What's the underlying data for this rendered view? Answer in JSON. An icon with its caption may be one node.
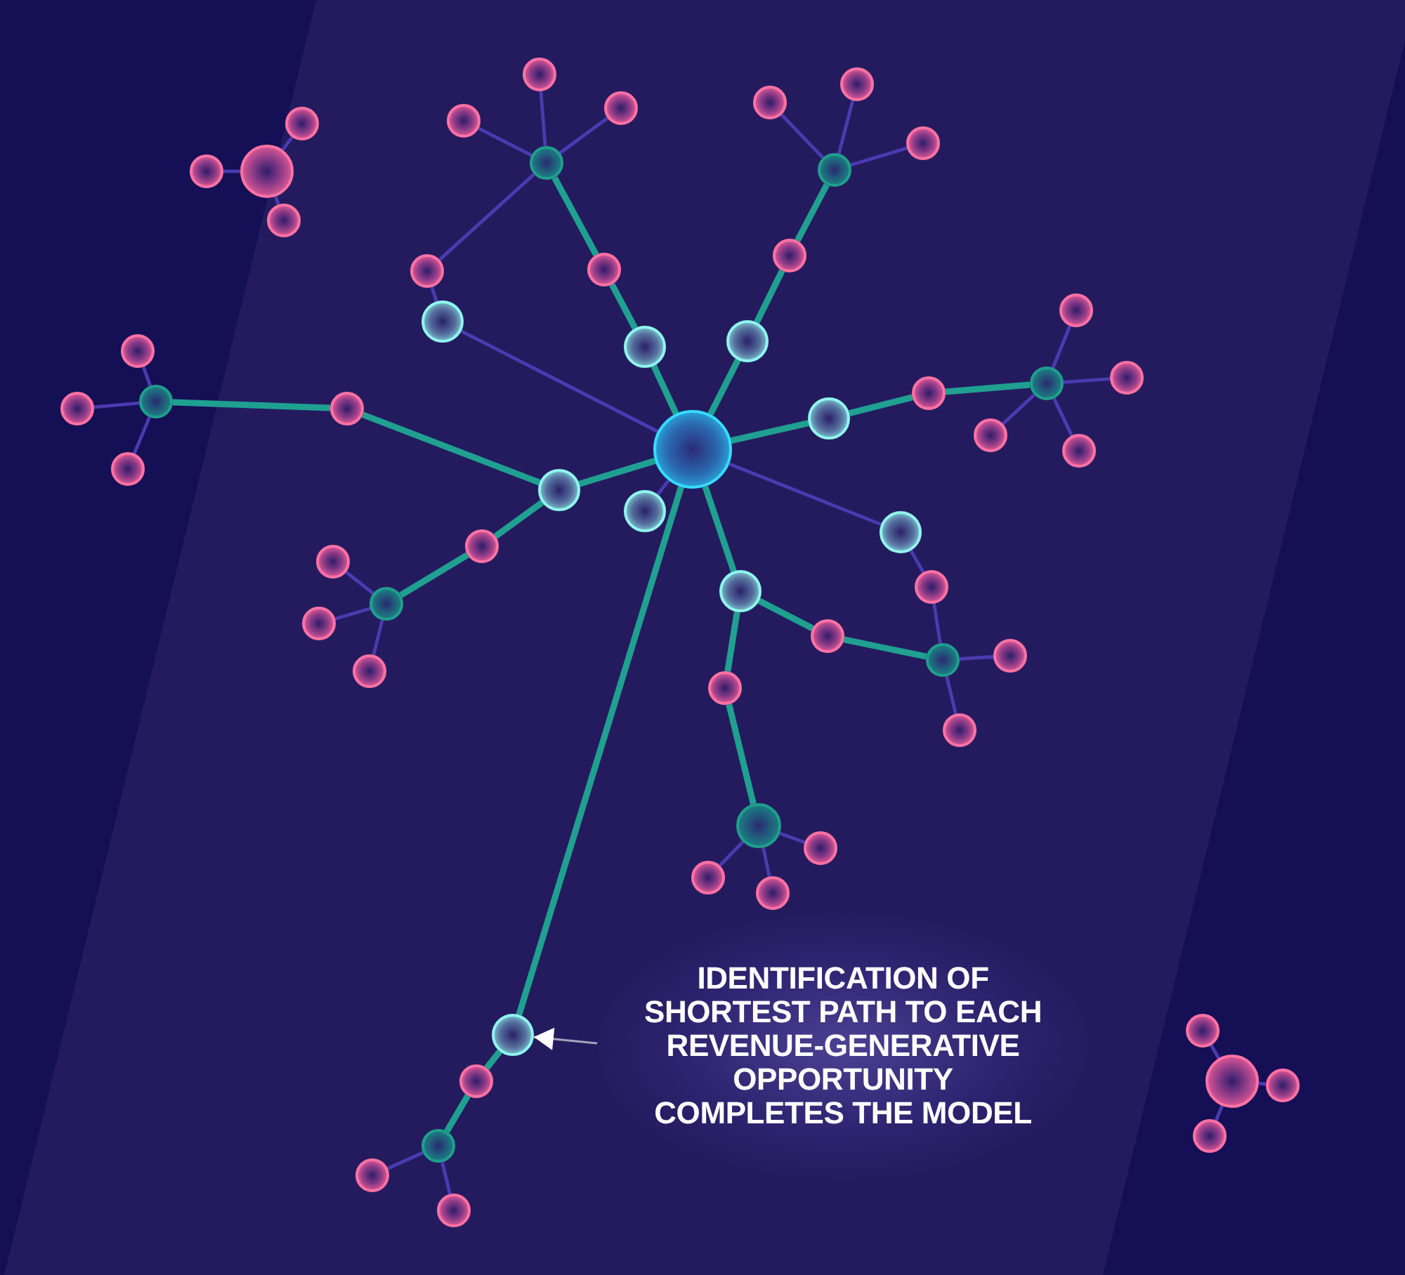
{
  "diagram": {
    "nodes": [
      {
        "text": [],
        "shape": "circle"
      },
      {
        "text": [],
        "shape": "circle"
      },
      {
        "text": [],
        "shape": "circle"
      },
      {
        "text": [],
        "shape": "circle"
      },
      {
        "text": [],
        "shape": "circle"
      },
      {
        "text": [],
        "shape": "circle"
      },
      {
        "text": [],
        "shape": "circle"
      },
      {
        "text": [],
        "shape": "circle"
      },
      {
        "text": [],
        "shape": "circle"
      },
      {
        "text": [],
        "shape": "circle"
      },
      {
        "text": [],
        "shape": "circle"
      },
      {
        "text": [],
        "shape": "circle"
      },
      {
        "text": [],
        "shape": "circle"
      },
      {
        "text": [],
        "shape": "circle"
      },
      {
        "text": [],
        "shape": "circle"
      },
      {
        "text": [],
        "shape": "circle"
      },
      {
        "text": [],
        "shape": "circle"
      },
      {
        "text": [],
        "shape": "circle"
      },
      {
        "text": [],
        "shape": "circle"
      },
      {
        "text": [],
        "shape": "circle"
      },
      {
        "text": [],
        "shape": "circle"
      },
      {
        "text": [],
        "shape": "circle"
      },
      {
        "text": [],
        "shape": "circle"
      },
      {
        "text": [],
        "shape": "circle"
      },
      {
        "text": [],
        "shape": "circle"
      },
      {
        "text": [],
        "shape": "circle"
      },
      {
        "text": [],
        "shape": "circle"
      },
      {
        "text": [],
        "shape": "circle"
      },
      {
        "text": [],
        "shape": "circle"
      },
      {
        "text": [],
        "shape": "circle"
      },
      {
        "text": [],
        "shape": "circle"
      },
      {
        "text": [],
        "shape": "circle"
      },
      {
        "text": [],
        "shape": "circle"
      },
      {
        "text": [],
        "shape": "circle"
      },
      {
        "text": [],
        "shape": "circle"
      },
      {
        "text": [],
        "shape": "circle"
      },
      {
        "text": [],
        "shape": "circle"
      },
      {
        "text": [],
        "shape": "circle"
      },
      {
        "text": [],
        "shape": "circle"
      },
      {
        "text": [],
        "shape": "circle"
      },
      {
        "text": [],
        "shape": "circle"
      },
      {
        "text": [],
        "shape": "circle"
      },
      {
        "text": [],
        "shape": "circle"
      },
      {
        "text": [],
        "shape": "circle"
      },
      {
        "text": [],
        "shape": "circle"
      },
      {
        "text": [],
        "shape": "circle"
      },
      {
        "text": [],
        "shape": "circle"
      },
      {
        "text": [],
        "shape": "circle"
      },
      {
        "text": [],
        "shape": "circle"
      },
      {
        "text": [],
        "shape": "circle"
      },
      {
        "text": [
          "IDENTIFICATION OF SHORTEST PATH TO EACH REVENUE-GENERATIVE OPPORTUNITY COMPLETES THE MODEL"
        ]
      },
      {
        "text": [],
        "shape": "circle"
      },
      {
        "text": [],
        "shape": "circle"
      },
      {
        "text": [],
        "shape": "circle"
      },
      {
        "text": [],
        "shape": "circle"
      },
      {
        "text": [],
        "shape": "circle"
      },
      {
        "text": [],
        "shape": "circle"
      },
      {
        "text": [],
        "shape": "circle"
      },
      {
        "text": [],
        "shape": "circle"
      },
      {
        "text": [],
        "shape": "circle"
      }
    ],
    "edges": [
      {
        "from": 28,
        "to": 18,
        "arrow": "none",
        "style": "thick",
        "color": "#1fa091"
      },
      {
        "from": 18,
        "to": 13,
        "arrow": "none",
        "style": "thick",
        "color": "#1fa091"
      },
      {
        "from": 13,
        "to": 7,
        "arrow": "none",
        "style": "thick",
        "color": "#1fa091"
      },
      {
        "from": 7,
        "to": 0,
        "arrow": "none"
      },
      {
        "from": 7,
        "to": 3,
        "arrow": "none"
      },
      {
        "from": 7,
        "to": 4,
        "arrow": "none"
      },
      {
        "from": 7,
        "to": 14,
        "arrow": "none"
      },
      {
        "from": 14,
        "to": 16,
        "arrow": "none"
      },
      {
        "from": 16,
        "to": 28,
        "arrow": "none"
      },
      {
        "from": 28,
        "to": 17,
        "arrow": "none",
        "style": "thick",
        "color": "#1fa091"
      },
      {
        "from": 17,
        "to": 12,
        "arrow": "none",
        "style": "thick",
        "color": "#1fa091"
      },
      {
        "from": 12,
        "to": 8,
        "arrow": "none",
        "style": "thick",
        "color": "#1fa091"
      },
      {
        "from": 8,
        "to": 1,
        "arrow": "none"
      },
      {
        "from": 8,
        "to": 2,
        "arrow": "none"
      },
      {
        "from": 8,
        "to": 6,
        "arrow": "none"
      },
      {
        "from": 28,
        "to": 26,
        "arrow": "none",
        "style": "thick",
        "color": "#1fa091"
      },
      {
        "from": 26,
        "to": 22,
        "arrow": "none",
        "style": "thick",
        "color": "#1fa091"
      },
      {
        "from": 22,
        "to": 21,
        "arrow": "none",
        "style": "thick",
        "color": "#1fa091"
      },
      {
        "from": 21,
        "to": 15,
        "arrow": "none"
      },
      {
        "from": 21,
        "to": 20,
        "arrow": "none"
      },
      {
        "from": 21,
        "to": 27,
        "arrow": "none"
      },
      {
        "from": 21,
        "to": 29,
        "arrow": "none"
      },
      {
        "from": 28,
        "to": 31,
        "arrow": "none",
        "style": "thick",
        "color": "#1fa091"
      },
      {
        "from": 31,
        "to": 25,
        "arrow": "none",
        "style": "thick",
        "color": "#1fa091"
      },
      {
        "from": 25,
        "to": 23,
        "arrow": "none",
        "style": "thick",
        "color": "#1fa091"
      },
      {
        "from": 23,
        "to": 19,
        "arrow": "none"
      },
      {
        "from": 23,
        "to": 24,
        "arrow": "none"
      },
      {
        "from": 23,
        "to": 30,
        "arrow": "none"
      },
      {
        "from": 31,
        "to": 34,
        "arrow": "none",
        "style": "thick",
        "color": "#1fa091"
      },
      {
        "from": 34,
        "to": 38,
        "arrow": "none",
        "style": "thick",
        "color": "#1fa091"
      },
      {
        "from": 38,
        "to": 35,
        "arrow": "none"
      },
      {
        "from": 38,
        "to": 39,
        "arrow": "none"
      },
      {
        "from": 38,
        "to": 43,
        "arrow": "none"
      },
      {
        "from": 28,
        "to": 32,
        "arrow": "none"
      },
      {
        "from": 28,
        "to": 33,
        "arrow": "none"
      },
      {
        "from": 33,
        "to": 36,
        "arrow": "none"
      },
      {
        "from": 36,
        "to": 42,
        "arrow": "none"
      },
      {
        "from": 42,
        "to": 45,
        "arrow": "none"
      },
      {
        "from": 42,
        "to": 41,
        "arrow": "none"
      },
      {
        "from": 28,
        "to": 37,
        "arrow": "none",
        "style": "thick",
        "color": "#1fa091"
      },
      {
        "from": 37,
        "to": 40,
        "arrow": "none",
        "style": "thick",
        "color": "#1fa091"
      },
      {
        "from": 40,
        "to": 42,
        "arrow": "none",
        "style": "thick",
        "color": "#1fa091"
      },
      {
        "from": 37,
        "to": 44,
        "arrow": "none",
        "style": "thick",
        "color": "#1fa091"
      },
      {
        "from": 44,
        "to": 46,
        "arrow": "none",
        "style": "thick",
        "color": "#1fa091"
      },
      {
        "from": 46,
        "to": 47,
        "arrow": "none"
      },
      {
        "from": 46,
        "to": 48,
        "arrow": "none"
      },
      {
        "from": 46,
        "to": 49,
        "arrow": "none"
      },
      {
        "from": 28,
        "to": 52,
        "arrow": "none",
        "style": "thick",
        "color": "#1fa091"
      },
      {
        "from": 52,
        "to": 53,
        "arrow": "none",
        "style": "thick",
        "color": "#1fa091"
      },
      {
        "from": 53,
        "to": 57,
        "arrow": "none",
        "style": "thick",
        "color": "#1fa091"
      },
      {
        "from": 57,
        "to": 58,
        "arrow": "none"
      },
      {
        "from": 57,
        "to": 59,
        "arrow": "none"
      },
      {
        "from": 9,
        "to": 5,
        "arrow": "none"
      },
      {
        "from": 9,
        "to": 10,
        "arrow": "none"
      },
      {
        "from": 9,
        "to": 11,
        "arrow": "none"
      },
      {
        "from": 54,
        "to": 51,
        "arrow": "none"
      },
      {
        "from": 54,
        "to": 55,
        "arrow": "none"
      },
      {
        "from": 54,
        "to": 56,
        "arrow": "none"
      },
      {
        "from": 50,
        "to": 52,
        "arrow": "to",
        "color": "#ffffff"
      }
    ]
  }
}
